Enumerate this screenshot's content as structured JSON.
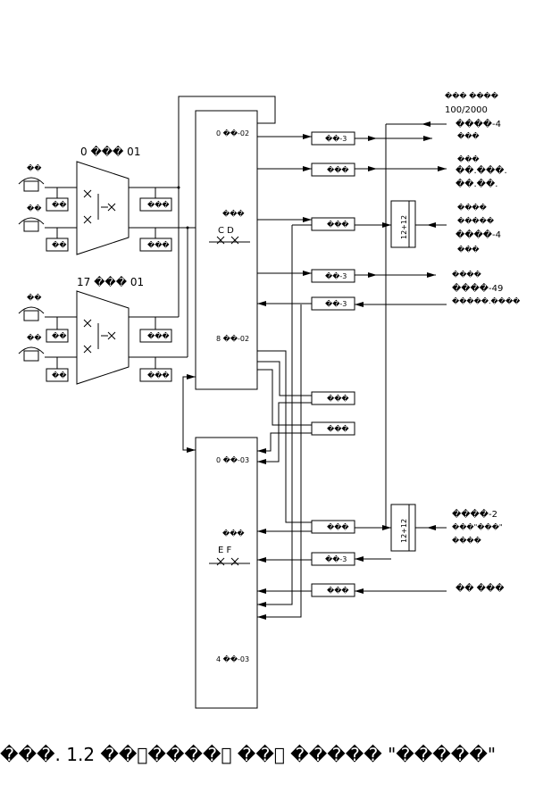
{
  "caption": "���. 1.2 ��\u0000����\u0000 ��\u0000 ����� \"�����\"",
  "stage_top": "0 ���  01",
  "stage_bottom": "17 ���  01",
  "cabinet_top": {
    "label_top": "0 ��-02",
    "label_mid": "���",
    "label_cross": "C  D",
    "label_bottom": "8 ��-02"
  },
  "cabinet_bottom": {
    "label_top": "0 ��-03",
    "label_mid": "���",
    "label_cross": "E  F",
    "label_bottom": "4 ��-03"
  },
  "phone_labels": [
    "��",
    "��",
    "��",
    "��"
  ],
  "small_block_labels": [
    "��",
    "��",
    "��",
    "��"
  ],
  "right_block_labels": [
    "���",
    "���",
    "���",
    "���"
  ],
  "mux_labels": [
    "12+12",
    "12+12"
  ],
  "module_blocks": [
    "��-3",
    "���",
    "���",
    "��-3",
    "��-3",
    "���",
    "���",
    "���",
    "��-3",
    "���"
  ],
  "right_labels": {
    "hdr1": "��� ����",
    "hdr2": "100/2000",
    "r1": "����-4",
    "r2": "���",
    "r3": "���",
    "r4": "��.���.",
    "r5": "��.��.",
    "r6": "����",
    "r7": "�����",
    "r8": "����-4",
    "r9": "���",
    "r10": "����",
    "r11": "����-49",
    "r12": "�����.����",
    "r13": "����-2",
    "r14": "���\"���\"",
    "r15": "����",
    "r16": "�� ���"
  },
  "switch_icon": "cross-switch-icon",
  "phone_icon": "telephone-icon"
}
